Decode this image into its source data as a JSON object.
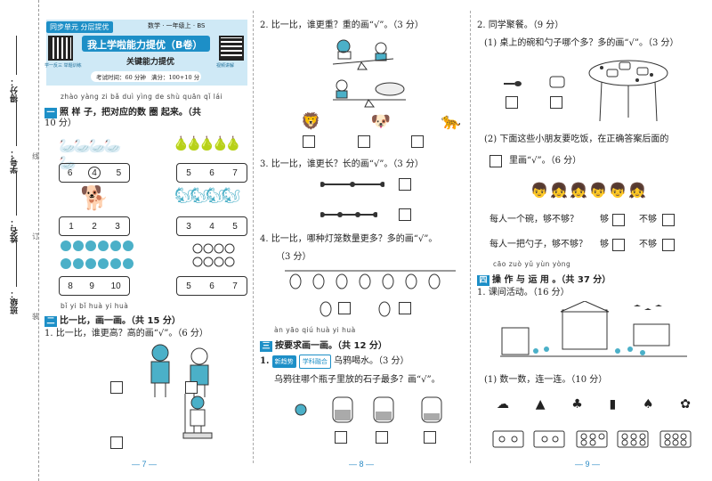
{
  "margin": {
    "score": "得分：",
    "student_id": "学号：",
    "name": "姓名：",
    "class": "班级："
  },
  "header": {
    "badge": "同步单元 分层提优",
    "title": "我上学啦能力提优（B卷）",
    "subtitle": "关键能力提优",
    "meta": "数学 · 一年级上 · BS",
    "qr_left_label": "学一反三 举题训练",
    "qr_right_label": "视频讲解",
    "time_info": "考试时间：60 分钟",
    "score_info": "满分：100+10 分"
  },
  "section1": {
    "pinyin": "zhào yàng zi  bǎ duì yìng de shù quān qǐ lái",
    "num": "一",
    "title": "照 样 子，把对应的数 圈 起来。（共",
    "title2": "10 分）",
    "rows": [
      [
        "6",
        "4",
        "5"
      ],
      [
        "5",
        "6",
        "7"
      ],
      [
        "1",
        "2",
        "3"
      ],
      [
        "3",
        "4",
        "5"
      ],
      [
        "8",
        "9",
        "10"
      ],
      [
        "5",
        "6",
        "7"
      ]
    ]
  },
  "section2": {
    "pinyin": "bǐ yi bǐ  huà yi huà",
    "num": "二",
    "title": "比一比，画一画。（共 15 分）",
    "q1": "1. 比一比，谁更高？高的画“√”。（6 分）"
  },
  "page7": "— 7 —",
  "col2": {
    "q2": "2. 比一比，谁更重？重的画“√”。（3 分）",
    "q3": "3. 比一比，谁更长？长的画“√”。（3 分）",
    "q4a": "4. 比一比，哪种灯笼数量更多？多的画“√”。",
    "q4b": "（3 分）",
    "sec3_pinyin": "àn yāo qiú huà yi huà",
    "sec3_num": "三",
    "sec3_title": "按要求画一画。（共 12 分）",
    "q1_num": "1.",
    "q1_tag1": "新趋势",
    "q1_tag2": "学科融合",
    "q1_text": "乌鸦喝水。（3 分）",
    "q1_sub": "乌鸦往哪个瓶子里放的石子最多？画“√”。",
    "page": "— 8 —"
  },
  "col3": {
    "q2": "2. 同学聚餐。（9 分）",
    "q2_1": "(1) 桌上的碗和勺子哪个多？多的画“√”。（3 分）",
    "q2_2a": "(2) 下面这些小朋友要吃饭，在正确答案后面的",
    "q2_2b": "里画“√”。（6 分）",
    "bowl_q": "每人一个碗，够不够？",
    "spoon_q": "每人一把勺子，够不够？",
    "enough": "够",
    "not_enough": "不够",
    "sec4_pinyin": "cāo zuò yǔ yùn yòng",
    "sec4_num": "四",
    "sec4_title": "操 作 与 运 用 。（共 37 分）",
    "q1": "1. 课间活动。（16 分）",
    "q1_1": "(1) 数一数，连一连。（10 分）",
    "page": "— 9 —"
  },
  "colors": {
    "accent": "#1d8fc7",
    "header_bg": "#cfe9f6",
    "fish": "#4bb0c8"
  }
}
